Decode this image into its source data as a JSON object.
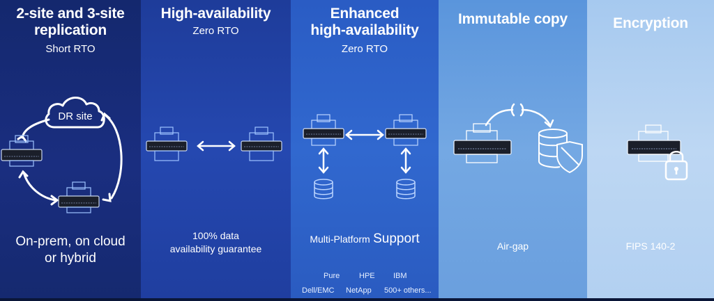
{
  "columns": [
    {
      "title_line1": "2-site and 3-site",
      "title_line2": "replication",
      "subtitle": "Short RTO",
      "diagram_label": "DR site",
      "bottom_line1": "On-prem, on cloud",
      "bottom_line2": "or hybrid",
      "icons": [
        "cloud-icon",
        "server-icon",
        "server-icon"
      ]
    },
    {
      "title": "High-availability",
      "subtitle": "Zero RTO",
      "bottom_line1": "100% data",
      "bottom_line2": "availability guarantee",
      "icons": [
        "server-icon",
        "double-arrow-icon",
        "server-icon"
      ]
    },
    {
      "title_line1": "Enhanced",
      "title_line2": "high-availability",
      "subtitle": "Zero RTO",
      "bottom_small": "Multi-Platform",
      "bottom_large": "Support",
      "vendors": [
        "Pure",
        "HPE",
        "IBM",
        "Dell/EMC",
        "NetApp",
        "500+ others..."
      ],
      "icons": [
        "server-icon",
        "double-arrow-icon",
        "server-icon",
        "database-icon",
        "database-icon"
      ]
    },
    {
      "title": "Immutable copy",
      "bottom": "Air-gap",
      "icons": [
        "server-icon",
        "shield-database-icon"
      ]
    },
    {
      "title": "Encryption",
      "bottom": "FIPS 140-2",
      "icons": [
        "server-icon",
        "lock-icon"
      ]
    }
  ],
  "colors": {
    "col1": "#1a2e80",
    "col2": "#2548b0",
    "col3": "#3168cf",
    "col4": "#74a8e3",
    "col5": "#bdd7f3",
    "white": "#ffffff"
  }
}
